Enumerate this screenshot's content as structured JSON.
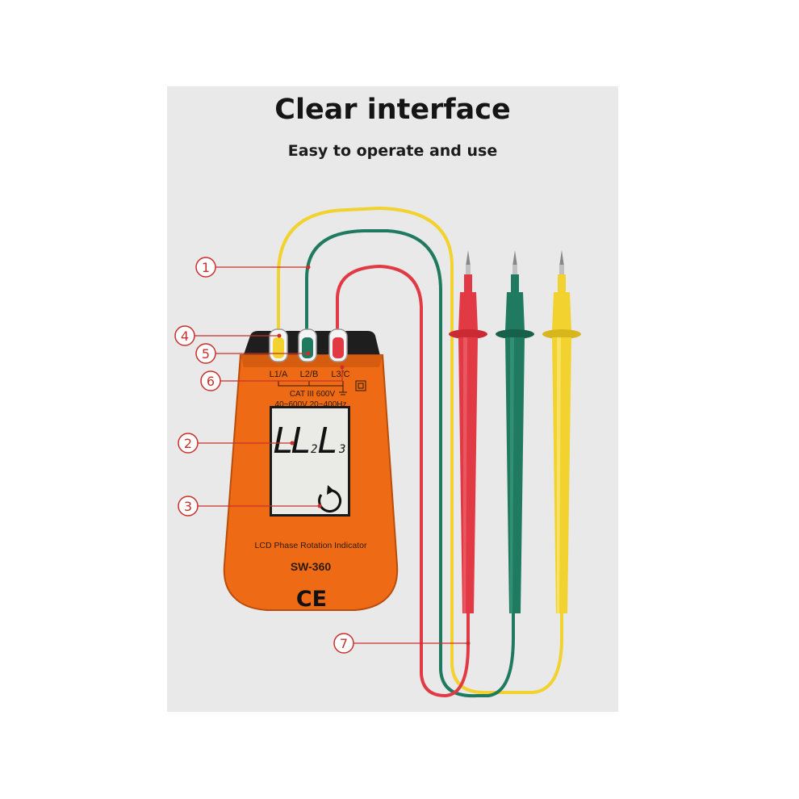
{
  "header": {
    "title": "Clear interface",
    "subtitle": "Easy to operate and use"
  },
  "device": {
    "ports": [
      "L1/A",
      "L2/B",
      "L3/C"
    ],
    "rating_line1": "CAT III 600V",
    "rating_line2": "40~600V 20~400Hz",
    "name": "LCD Phase Rotation Indicator",
    "model": "SW-360",
    "mark": "CE",
    "lcd": {
      "phase_main": [
        "L",
        "L",
        "L"
      ],
      "phase_sub": [
        "2",
        "3"
      ]
    }
  },
  "callouts": [
    "1",
    "2",
    "3",
    "4",
    "5",
    "6",
    "7"
  ],
  "colors": {
    "background": "#e9e9ea",
    "body_orange": "#ef6a14",
    "callout_red": "#c9302c",
    "lead_yellow": "#f2d22e",
    "lead_green": "#1f7a60",
    "lead_red": "#e23a44"
  }
}
